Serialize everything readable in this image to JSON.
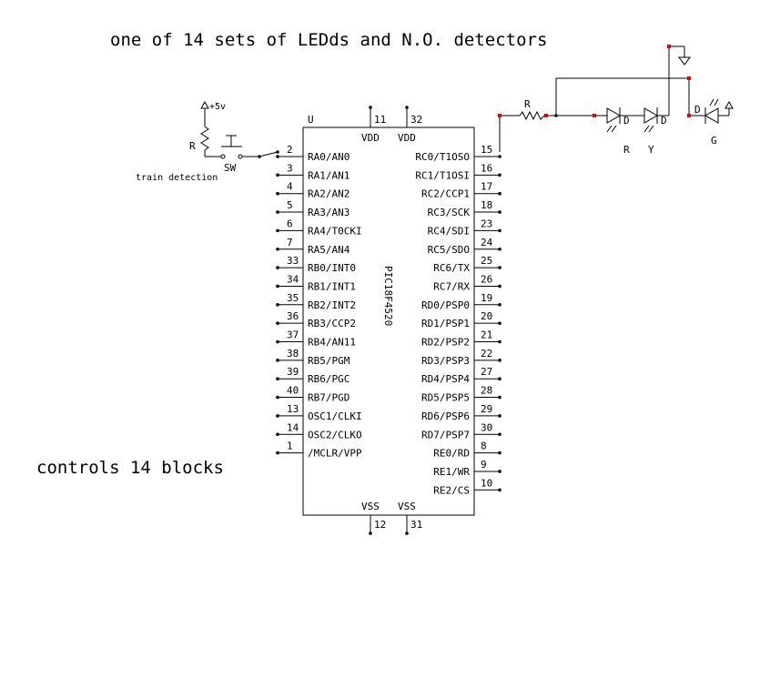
{
  "title": "one of 14 sets of LEDds and N.O. detectors",
  "caption": "controls 14 blocks",
  "chip": {
    "ref": "U",
    "part": "PIC18F4520",
    "vdd_label": "VDD",
    "vss_label": "VSS",
    "vdd_pins": [
      "11",
      "32"
    ],
    "vss_pins": [
      "12",
      "31"
    ],
    "left_pins": [
      {
        "num": "2",
        "name": "RA0/AN0"
      },
      {
        "num": "3",
        "name": "RA1/AN1"
      },
      {
        "num": "4",
        "name": "RA2/AN2"
      },
      {
        "num": "5",
        "name": "RA3/AN3"
      },
      {
        "num": "6",
        "name": "RA4/T0CKI"
      },
      {
        "num": "7",
        "name": "RA5/AN4"
      },
      {
        "num": "33",
        "name": "RB0/INT0"
      },
      {
        "num": "34",
        "name": "RB1/INT1"
      },
      {
        "num": "35",
        "name": "RB2/INT2"
      },
      {
        "num": "36",
        "name": "RB3/CCP2"
      },
      {
        "num": "37",
        "name": "RB4/AN11"
      },
      {
        "num": "38",
        "name": "RB5/PGM"
      },
      {
        "num": "39",
        "name": "RB6/PGC"
      },
      {
        "num": "40",
        "name": "RB7/PGD"
      },
      {
        "num": "13",
        "name": "OSC1/CLKI"
      },
      {
        "num": "14",
        "name": "OSC2/CLKO"
      },
      {
        "num": "1",
        "name": "/MCLR/VPP"
      }
    ],
    "right_pins": [
      {
        "num": "15",
        "name": "RC0/T1OSO"
      },
      {
        "num": "16",
        "name": "RC1/T1OSI"
      },
      {
        "num": "17",
        "name": "RC2/CCP1"
      },
      {
        "num": "18",
        "name": "RC3/SCK"
      },
      {
        "num": "23",
        "name": "RC4/SDI"
      },
      {
        "num": "24",
        "name": "RC5/SDO"
      },
      {
        "num": "25",
        "name": "RC6/TX"
      },
      {
        "num": "26",
        "name": "RC7/RX"
      },
      {
        "num": "19",
        "name": "RD0/PSP0"
      },
      {
        "num": "20",
        "name": "RD1/PSP1"
      },
      {
        "num": "21",
        "name": "RD2/PSP2"
      },
      {
        "num": "22",
        "name": "RD3/PSP3"
      },
      {
        "num": "27",
        "name": "RD4/PSP4"
      },
      {
        "num": "28",
        "name": "RD5/PSP5"
      },
      {
        "num": "29",
        "name": "RD6/PSP6"
      },
      {
        "num": "30",
        "name": "RD7/PSP7"
      },
      {
        "num": "8",
        "name": "RE0/RD"
      },
      {
        "num": "9",
        "name": "RE1/WR"
      },
      {
        "num": "10",
        "name": "RE2/CS"
      }
    ]
  },
  "detector": {
    "supply": "+5v",
    "resistor": "R",
    "switch": "SW",
    "label": "train detection"
  },
  "led_chain": {
    "resistor": "R",
    "diode_label": "D",
    "led_red": "R",
    "led_yellow": "Y",
    "led_green": "G"
  }
}
